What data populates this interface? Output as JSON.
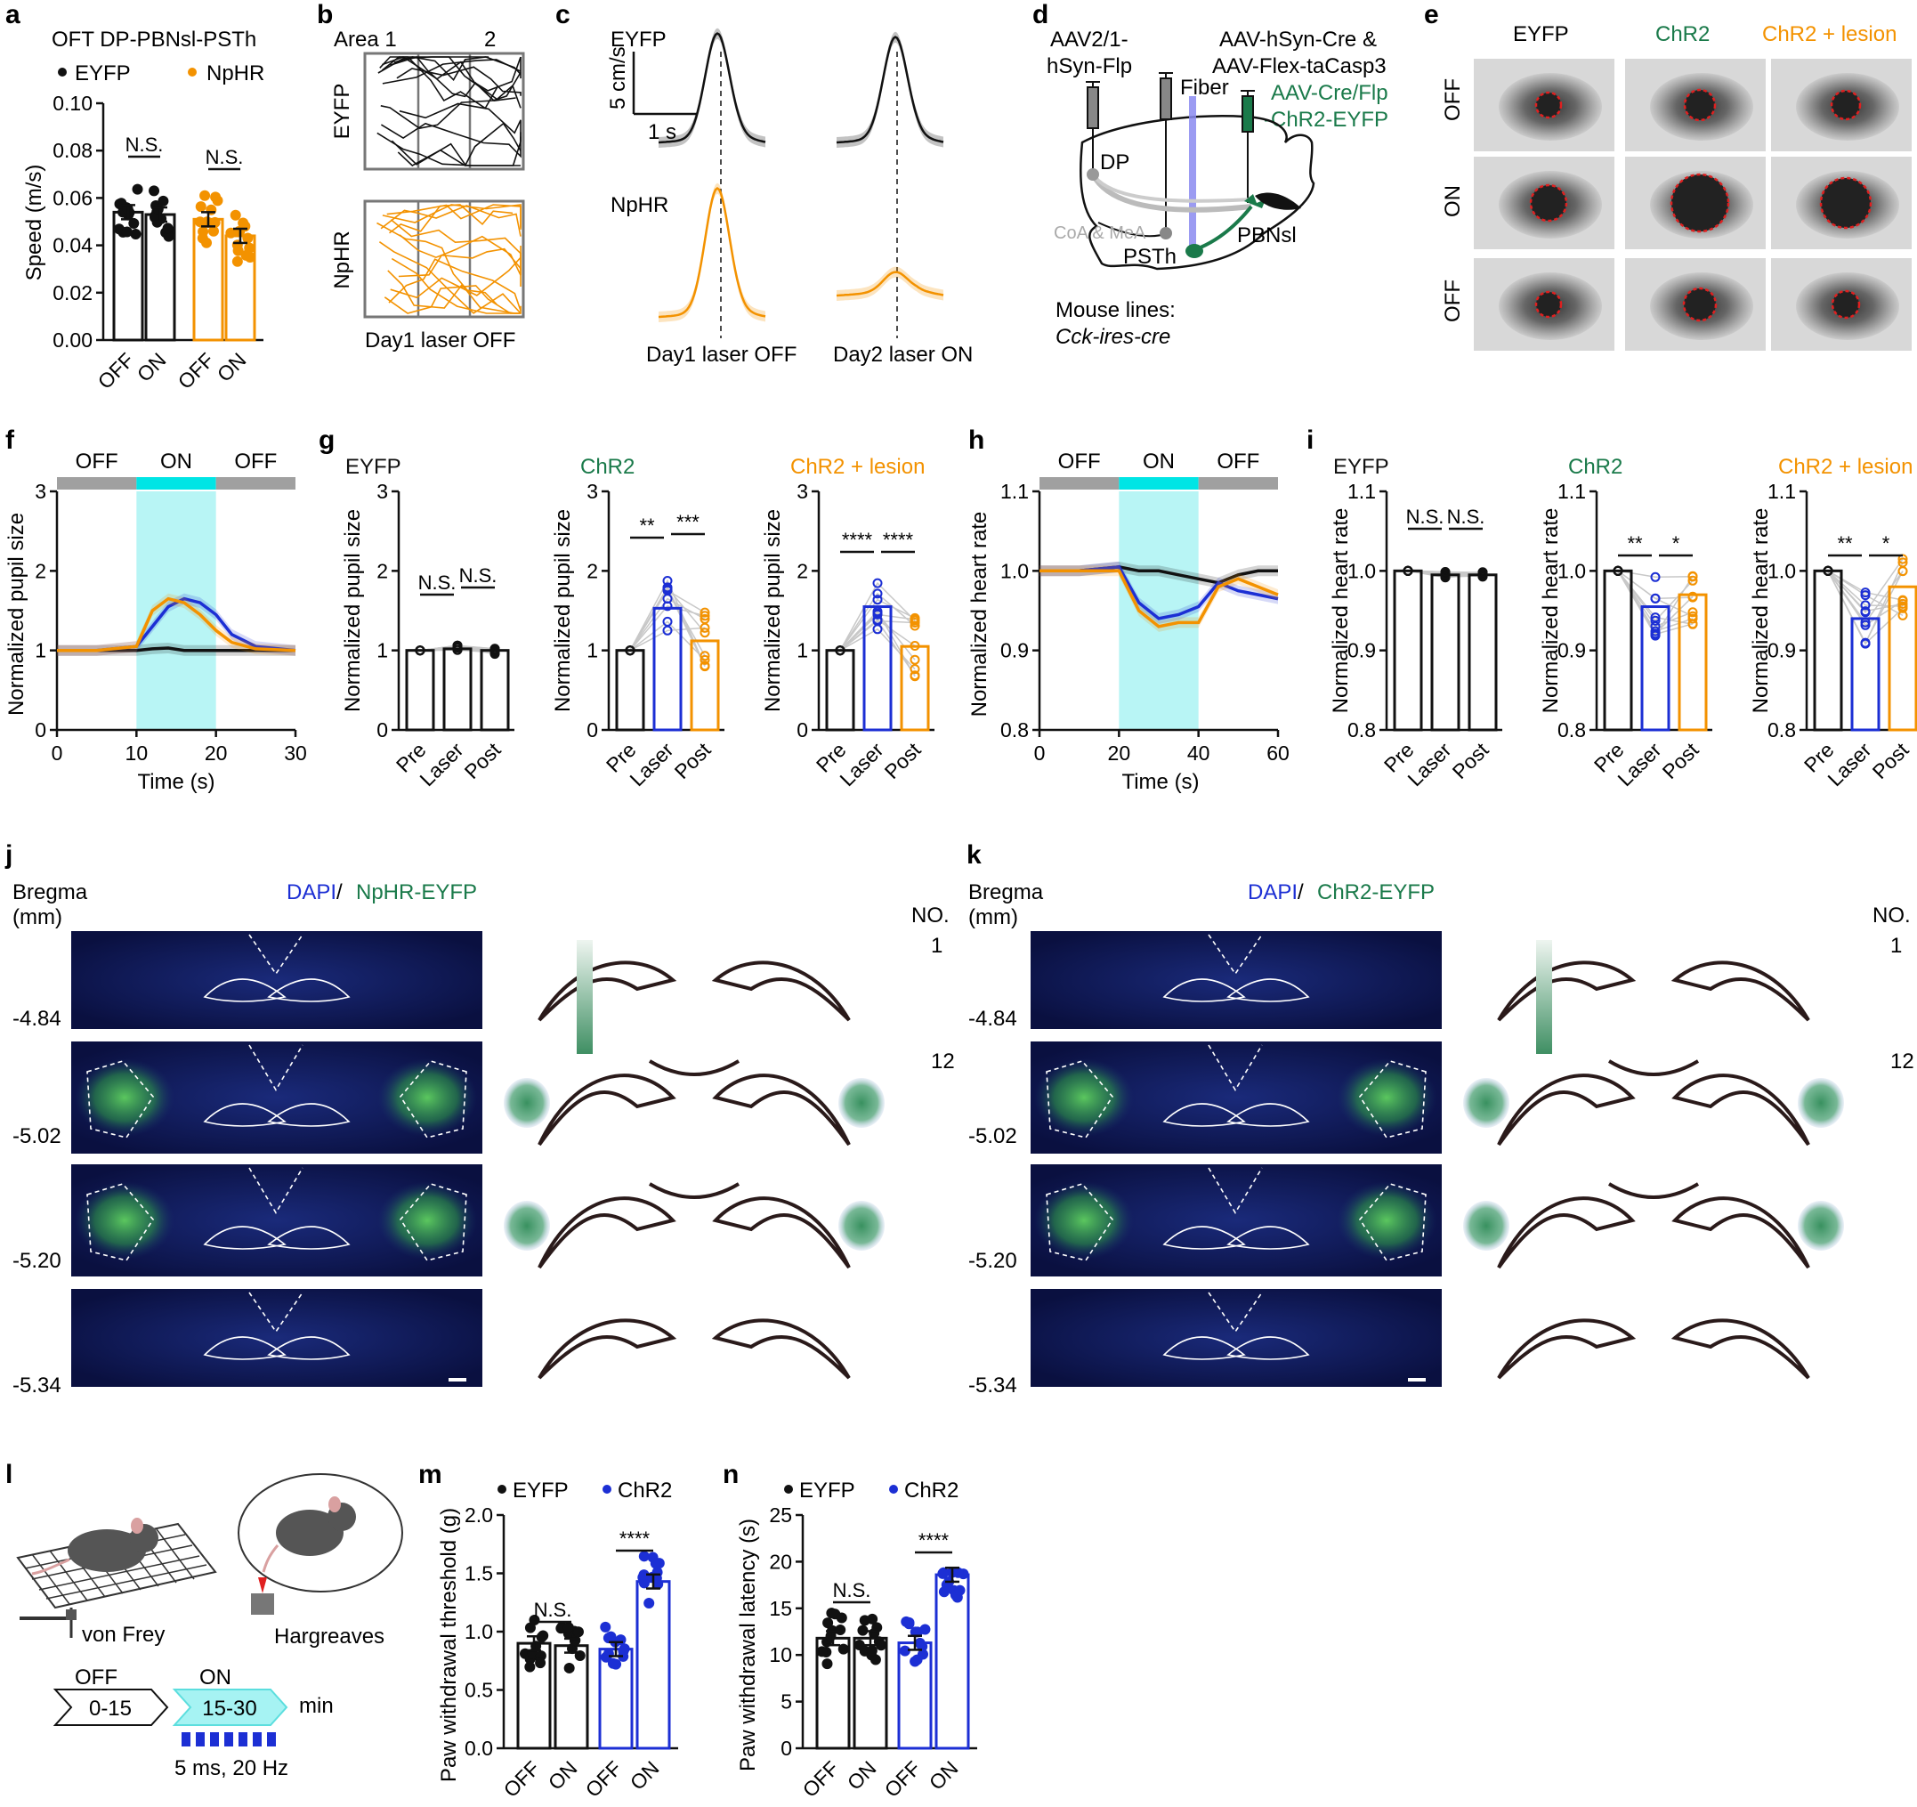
{
  "colors": {
    "eyfp": "#111111",
    "npHR": "#f39200",
    "chr2": "#1c2fd4",
    "lesion": "#f39200",
    "chr2_text": "#1a7a4a",
    "laser_on": "#a6f3f3",
    "laser_off": "#a0a0a0",
    "histo_bg": "#0a0f3a"
  },
  "panels": {
    "a": {
      "letter": "a",
      "title": "OFT DP-PBNsl-PSTh",
      "legend": [
        "EYFP",
        "NpHR"
      ],
      "ylabel": "Speed (m/s)",
      "yticks": [
        "0.00",
        "0.02",
        "0.04",
        "0.06",
        "0.08",
        "0.10"
      ],
      "xticks": [
        "OFF",
        "ON",
        "OFF",
        "ON"
      ],
      "sig": [
        "N.S.",
        "N.S."
      ]
    },
    "b": {
      "letter": "b",
      "area1": "Area 1",
      "area2": "2",
      "rows": [
        "EYFP",
        "NpHR"
      ],
      "caption": "Day1 laser OFF"
    },
    "c": {
      "letter": "c",
      "rows": [
        "EYFP",
        "NpHR"
      ],
      "scale_y": "5 cm/s",
      "scale_x": "1 s",
      "captions": [
        "Day1 laser OFF",
        "Day2 laser ON"
      ]
    },
    "d": {
      "letter": "d",
      "virus1": "AAV2/1-",
      "virus1b": "hSyn-Flp",
      "virus2": "AAV-hSyn-Cre &",
      "virus2b": "AAV-Flex-taCasp3",
      "fiber": "Fiber",
      "virus3": "AAV-Cre/Flp",
      "virus3b": "-ChR2-EYFP",
      "regions": [
        "DP",
        "CoA & MeA",
        "PSTh",
        "PBNsl"
      ],
      "mouse_lines": "Mouse lines:",
      "line": "Cck-ires-cre"
    },
    "e": {
      "letter": "e",
      "cols": [
        "EYFP",
        "ChR2",
        "ChR2 + lesion"
      ],
      "rows": [
        "OFF",
        "ON",
        "OFF"
      ]
    },
    "f": {
      "letter": "f",
      "bar": [
        "OFF",
        "ON",
        "OFF"
      ],
      "ylabel": "Normalized pupil size",
      "xlabel": "Time (s)",
      "xticks": [
        "0",
        "10",
        "20",
        "30"
      ],
      "yticks": [
        "0",
        "1",
        "2",
        "3"
      ]
    },
    "g": {
      "letter": "g",
      "groups": [
        "EYFP",
        "ChR2",
        "ChR2 + lesion"
      ],
      "ylabel": "Normalized pupil size",
      "yticks": [
        "0",
        "1",
        "2",
        "3"
      ],
      "xticks": [
        "Pre",
        "Laser",
        "Post"
      ],
      "sig": [
        [
          "N.S.",
          "N.S."
        ],
        [
          "**",
          "***"
        ],
        [
          "****",
          "****"
        ]
      ]
    },
    "h": {
      "letter": "h",
      "bar": [
        "OFF",
        "ON",
        "OFF"
      ],
      "ylabel": "Normalized heart rate",
      "xlabel": "Time (s)",
      "xticks": [
        "0",
        "20",
        "40",
        "60"
      ],
      "yticks": [
        "0.8",
        "0.9",
        "1.0",
        "1.1"
      ]
    },
    "i": {
      "letter": "i",
      "groups": [
        "EYFP",
        "ChR2",
        "ChR2 + lesion"
      ],
      "ylabel": "Normalized heart rate",
      "yticks": [
        "0.8",
        "0.9",
        "1.0",
        "1.1"
      ],
      "xticks": [
        "Pre",
        "Laser",
        "Post"
      ],
      "sig": [
        [
          "N.S.",
          "N.S."
        ],
        [
          "**",
          "*"
        ],
        [
          "**",
          "*"
        ]
      ]
    },
    "j": {
      "letter": "j",
      "bregma": "Bregma",
      "mm": "(mm)",
      "dapi": "DAPI",
      "sep": " / ",
      "stain": "NpHR-EYFP",
      "levels": [
        "-4.84",
        "-5.02",
        "-5.20",
        "-5.34"
      ],
      "no": "NO.",
      "no_min": "1",
      "no_max": "12"
    },
    "k": {
      "letter": "k",
      "bregma": "Bregma",
      "mm": "(mm)",
      "dapi": "DAPI",
      "sep": " / ",
      "stain": "ChR2-EYFP",
      "levels": [
        "-4.84",
        "-5.02",
        "-5.20",
        "-5.34"
      ],
      "no": "NO.",
      "no_min": "1",
      "no_max": "12"
    },
    "l": {
      "letter": "l",
      "vonfrey": "von Frey",
      "hargreaves": "Hargreaves",
      "off": "OFF",
      "on": "ON",
      "off_range": "0-15",
      "on_range": "15-30",
      "min": "min",
      "pulse": "5 ms, 20 Hz"
    },
    "m": {
      "letter": "m",
      "legend": [
        "EYFP",
        "ChR2"
      ],
      "ylabel": "Paw withdrawal threshold (g)",
      "yticks": [
        "0.0",
        "0.5",
        "1.0",
        "1.5",
        "2.0"
      ],
      "xticks": [
        "OFF",
        "ON",
        "OFF",
        "ON"
      ],
      "sig": [
        "N.S.",
        "****"
      ]
    },
    "n": {
      "letter": "n",
      "legend": [
        "EYFP",
        "ChR2"
      ],
      "ylabel": "Paw withdrawal latency (s)",
      "yticks": [
        "0",
        "5",
        "10",
        "15",
        "20",
        "25"
      ],
      "xticks": [
        "OFF",
        "ON",
        "OFF",
        "ON"
      ],
      "sig": [
        "N.S.",
        "****"
      ]
    }
  },
  "chart_data": [
    {
      "panel": "a",
      "type": "bar",
      "title": "OFT DP-PBNsl-PSTh",
      "ylabel": "Speed (m/s)",
      "ylim": [
        0,
        0.1
      ],
      "categories": [
        "OFF",
        "ON",
        "OFF",
        "ON"
      ],
      "series": [
        {
          "name": "EYFP",
          "values": [
            0.054,
            0.053
          ]
        },
        {
          "name": "NpHR",
          "values": [
            0.051,
            0.044
          ]
        }
      ]
    },
    {
      "panel": "f",
      "type": "line",
      "xlabel": "Time (s)",
      "ylabel": "Normalized pupil size",
      "xlim": [
        0,
        30
      ],
      "ylim": [
        0,
        3
      ],
      "x": [
        0,
        5,
        10,
        12,
        14,
        16,
        18,
        20,
        22,
        25,
        30
      ],
      "series": [
        {
          "name": "EYFP",
          "values": [
            1,
            1,
            1,
            1.02,
            1.03,
            1,
            1,
            1,
            1,
            1,
            1
          ]
        },
        {
          "name": "ChR2",
          "values": [
            1,
            1,
            1.05,
            1.3,
            1.55,
            1.65,
            1.6,
            1.45,
            1.2,
            1.05,
            1
          ]
        },
        {
          "name": "ChR2 + lesion",
          "values": [
            1,
            1,
            1.05,
            1.5,
            1.65,
            1.6,
            1.45,
            1.25,
            1.1,
            1.02,
            1
          ]
        }
      ]
    },
    {
      "panel": "g",
      "type": "bar",
      "ylabel": "Normalized pupil size",
      "ylim": [
        0,
        3
      ],
      "categories": [
        "Pre",
        "Laser",
        "Post"
      ],
      "series": [
        {
          "name": "EYFP",
          "values": [
            1.0,
            1.02,
            1.0
          ]
        },
        {
          "name": "ChR2",
          "values": [
            1.0,
            1.53,
            1.12
          ]
        },
        {
          "name": "ChR2 + lesion",
          "values": [
            1.0,
            1.55,
            1.05
          ]
        }
      ]
    },
    {
      "panel": "h",
      "type": "line",
      "xlabel": "Time (s)",
      "ylabel": "Normalized heart rate",
      "xlim": [
        0,
        60
      ],
      "ylim": [
        0.8,
        1.1
      ],
      "x": [
        0,
        10,
        20,
        25,
        30,
        35,
        40,
        45,
        50,
        55,
        60
      ],
      "series": [
        {
          "name": "EYFP",
          "values": [
            1.0,
            1.0,
            1.005,
            1.0,
            1.0,
            0.995,
            0.99,
            0.985,
            0.995,
            1.0,
            1.0
          ]
        },
        {
          "name": "ChR2",
          "values": [
            1.0,
            1.0,
            1.005,
            0.96,
            0.94,
            0.945,
            0.955,
            0.985,
            0.975,
            0.97,
            0.965
          ]
        },
        {
          "name": "ChR2 + lesion",
          "values": [
            1.0,
            1.0,
            1.0,
            0.95,
            0.93,
            0.935,
            0.935,
            0.98,
            0.99,
            0.98,
            0.97
          ]
        }
      ]
    },
    {
      "panel": "i",
      "type": "bar",
      "ylabel": "Normalized heart rate",
      "ylim": [
        0.8,
        1.1
      ],
      "categories": [
        "Pre",
        "Laser",
        "Post"
      ],
      "series": [
        {
          "name": "EYFP",
          "values": [
            1.0,
            0.995,
            0.995
          ]
        },
        {
          "name": "ChR2",
          "values": [
            1.0,
            0.955,
            0.97
          ]
        },
        {
          "name": "ChR2 + lesion",
          "values": [
            1.0,
            0.94,
            0.98
          ]
        }
      ]
    },
    {
      "panel": "m",
      "type": "bar",
      "ylabel": "Paw withdrawal threshold (g)",
      "ylim": [
        0,
        2
      ],
      "categories": [
        "OFF",
        "ON",
        "OFF",
        "ON"
      ],
      "series": [
        {
          "name": "EYFP",
          "values": [
            0.9,
            0.88
          ]
        },
        {
          "name": "ChR2",
          "values": [
            0.85,
            1.43
          ]
        }
      ]
    },
    {
      "panel": "n",
      "type": "bar",
      "ylabel": "Paw withdrawal latency (s)",
      "ylim": [
        0,
        25
      ],
      "categories": [
        "OFF",
        "ON",
        "OFF",
        "ON"
      ],
      "series": [
        {
          "name": "EYFP",
          "values": [
            11.8,
            11.8
          ]
        },
        {
          "name": "ChR2",
          "values": [
            11.3,
            18.6
          ]
        }
      ]
    }
  ]
}
